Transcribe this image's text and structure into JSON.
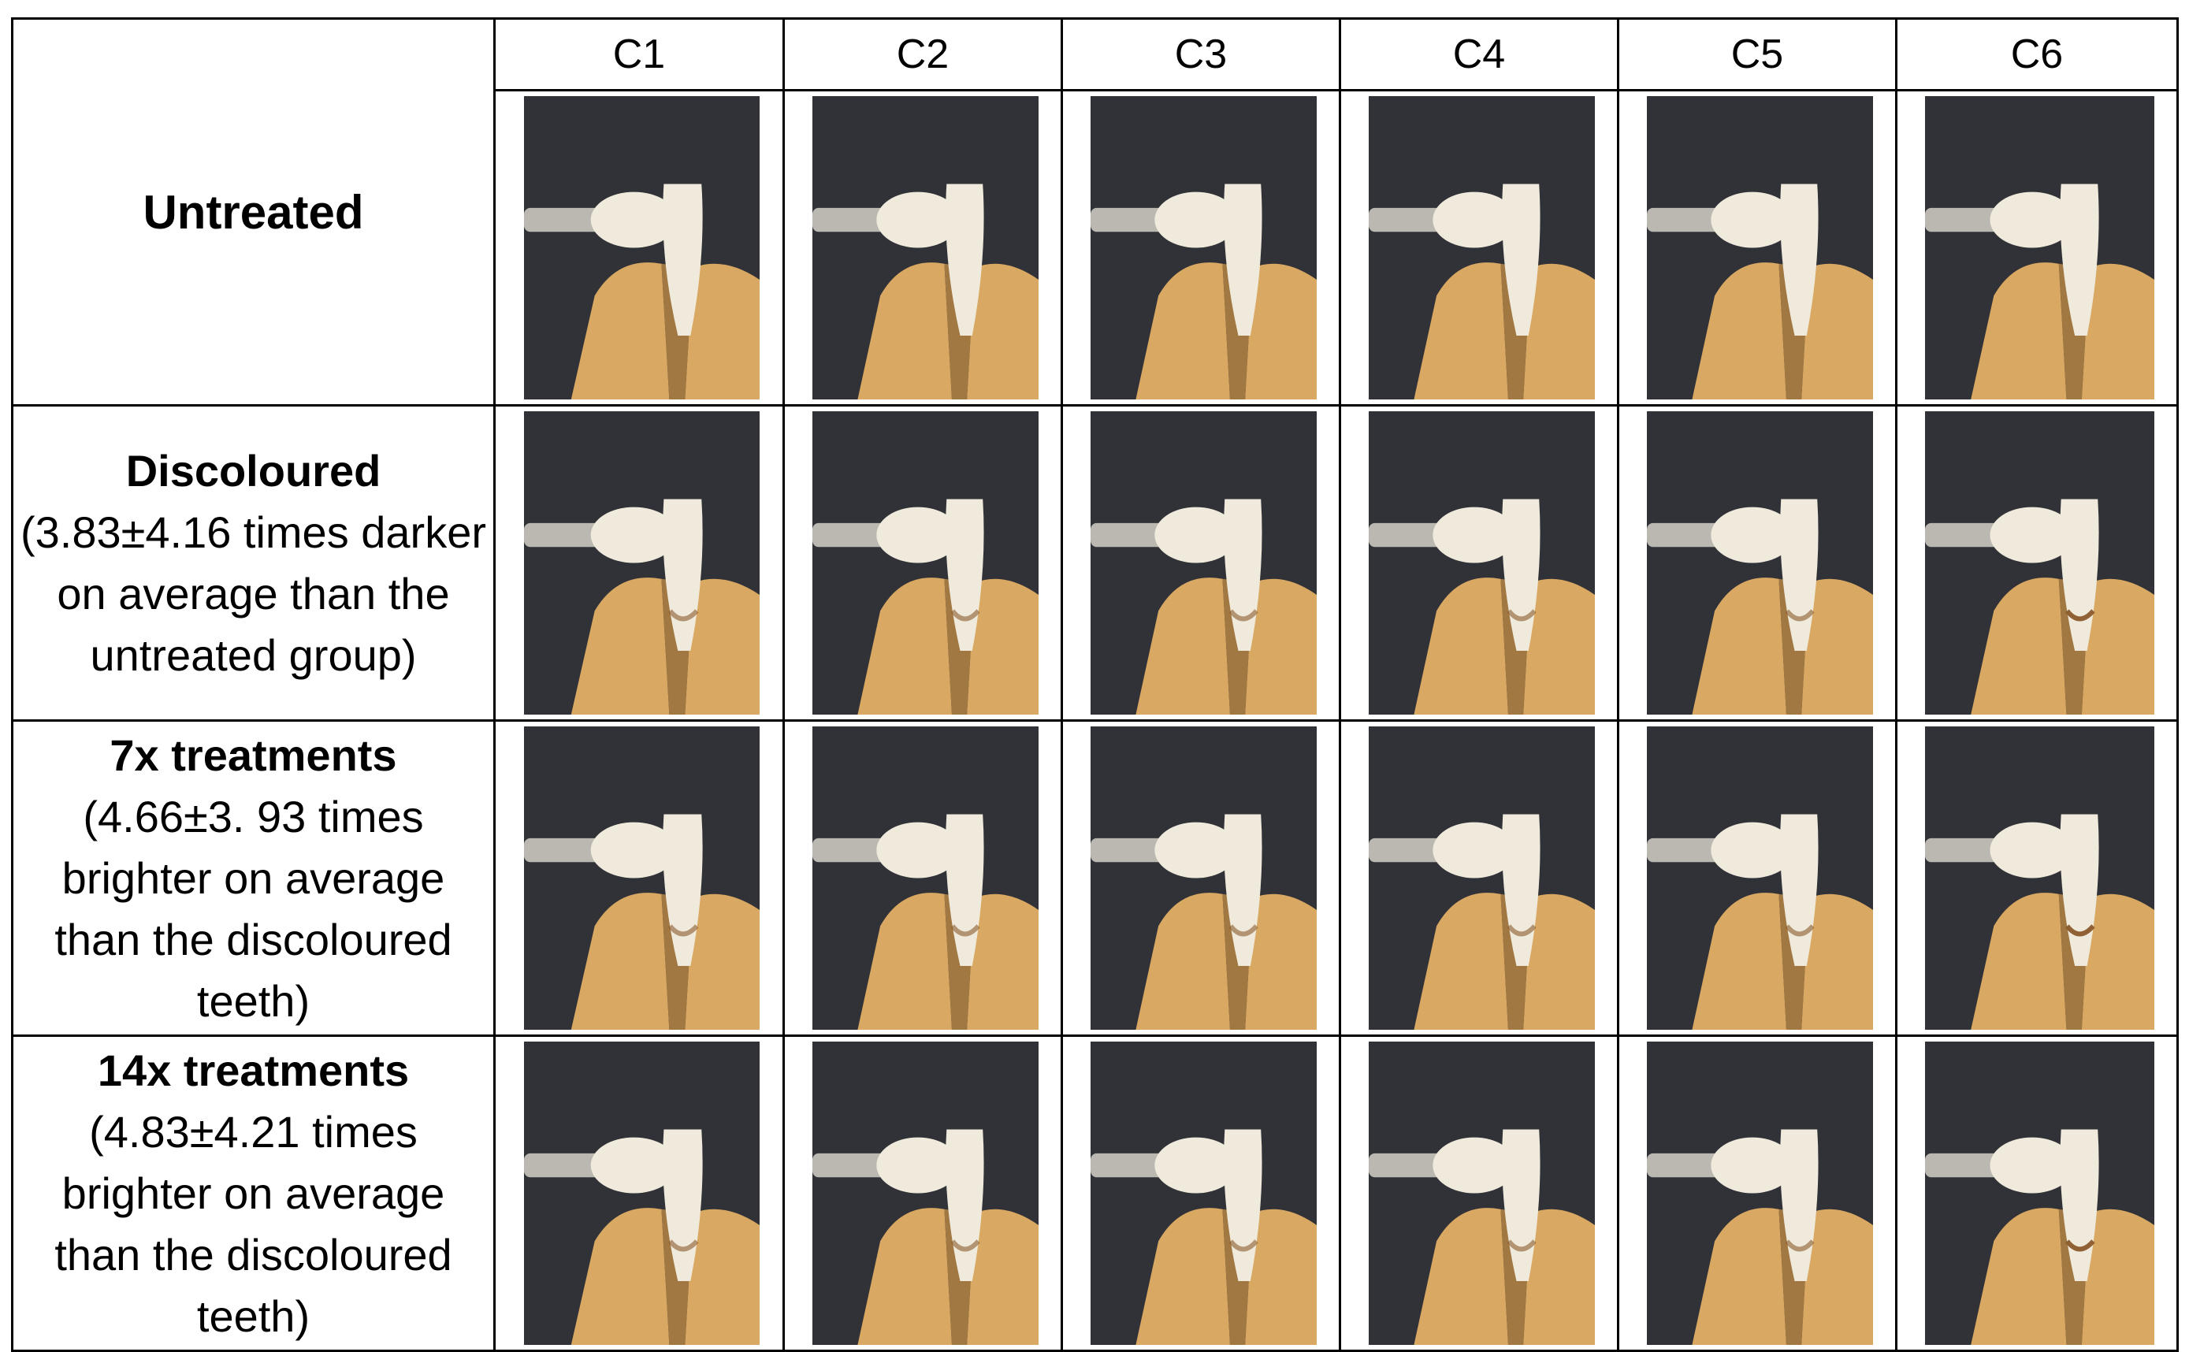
{
  "columns": [
    "C1",
    "C2",
    "C3",
    "C4",
    "C5",
    "C6"
  ],
  "rows": [
    {
      "title": "Untreated",
      "note": ""
    },
    {
      "title": "Discoloured",
      "note": "(3.83±4.16 times darker on average than the untreated group)"
    },
    {
      "title": "7x treatments",
      "note": "(4.66±3. 93 times brighter on average than the discoloured teeth)"
    },
    {
      "title": "14x treatments",
      "note": "(4.83±4.21 times brighter on average than the discoloured teeth)"
    }
  ],
  "colors": {
    "background": "#303238",
    "wood": "#d9a862",
    "wood_dark": "#b58444",
    "tooth": "#efeadc",
    "shade_tab": "#e9e6da",
    "stain": "#8a5a2b"
  }
}
